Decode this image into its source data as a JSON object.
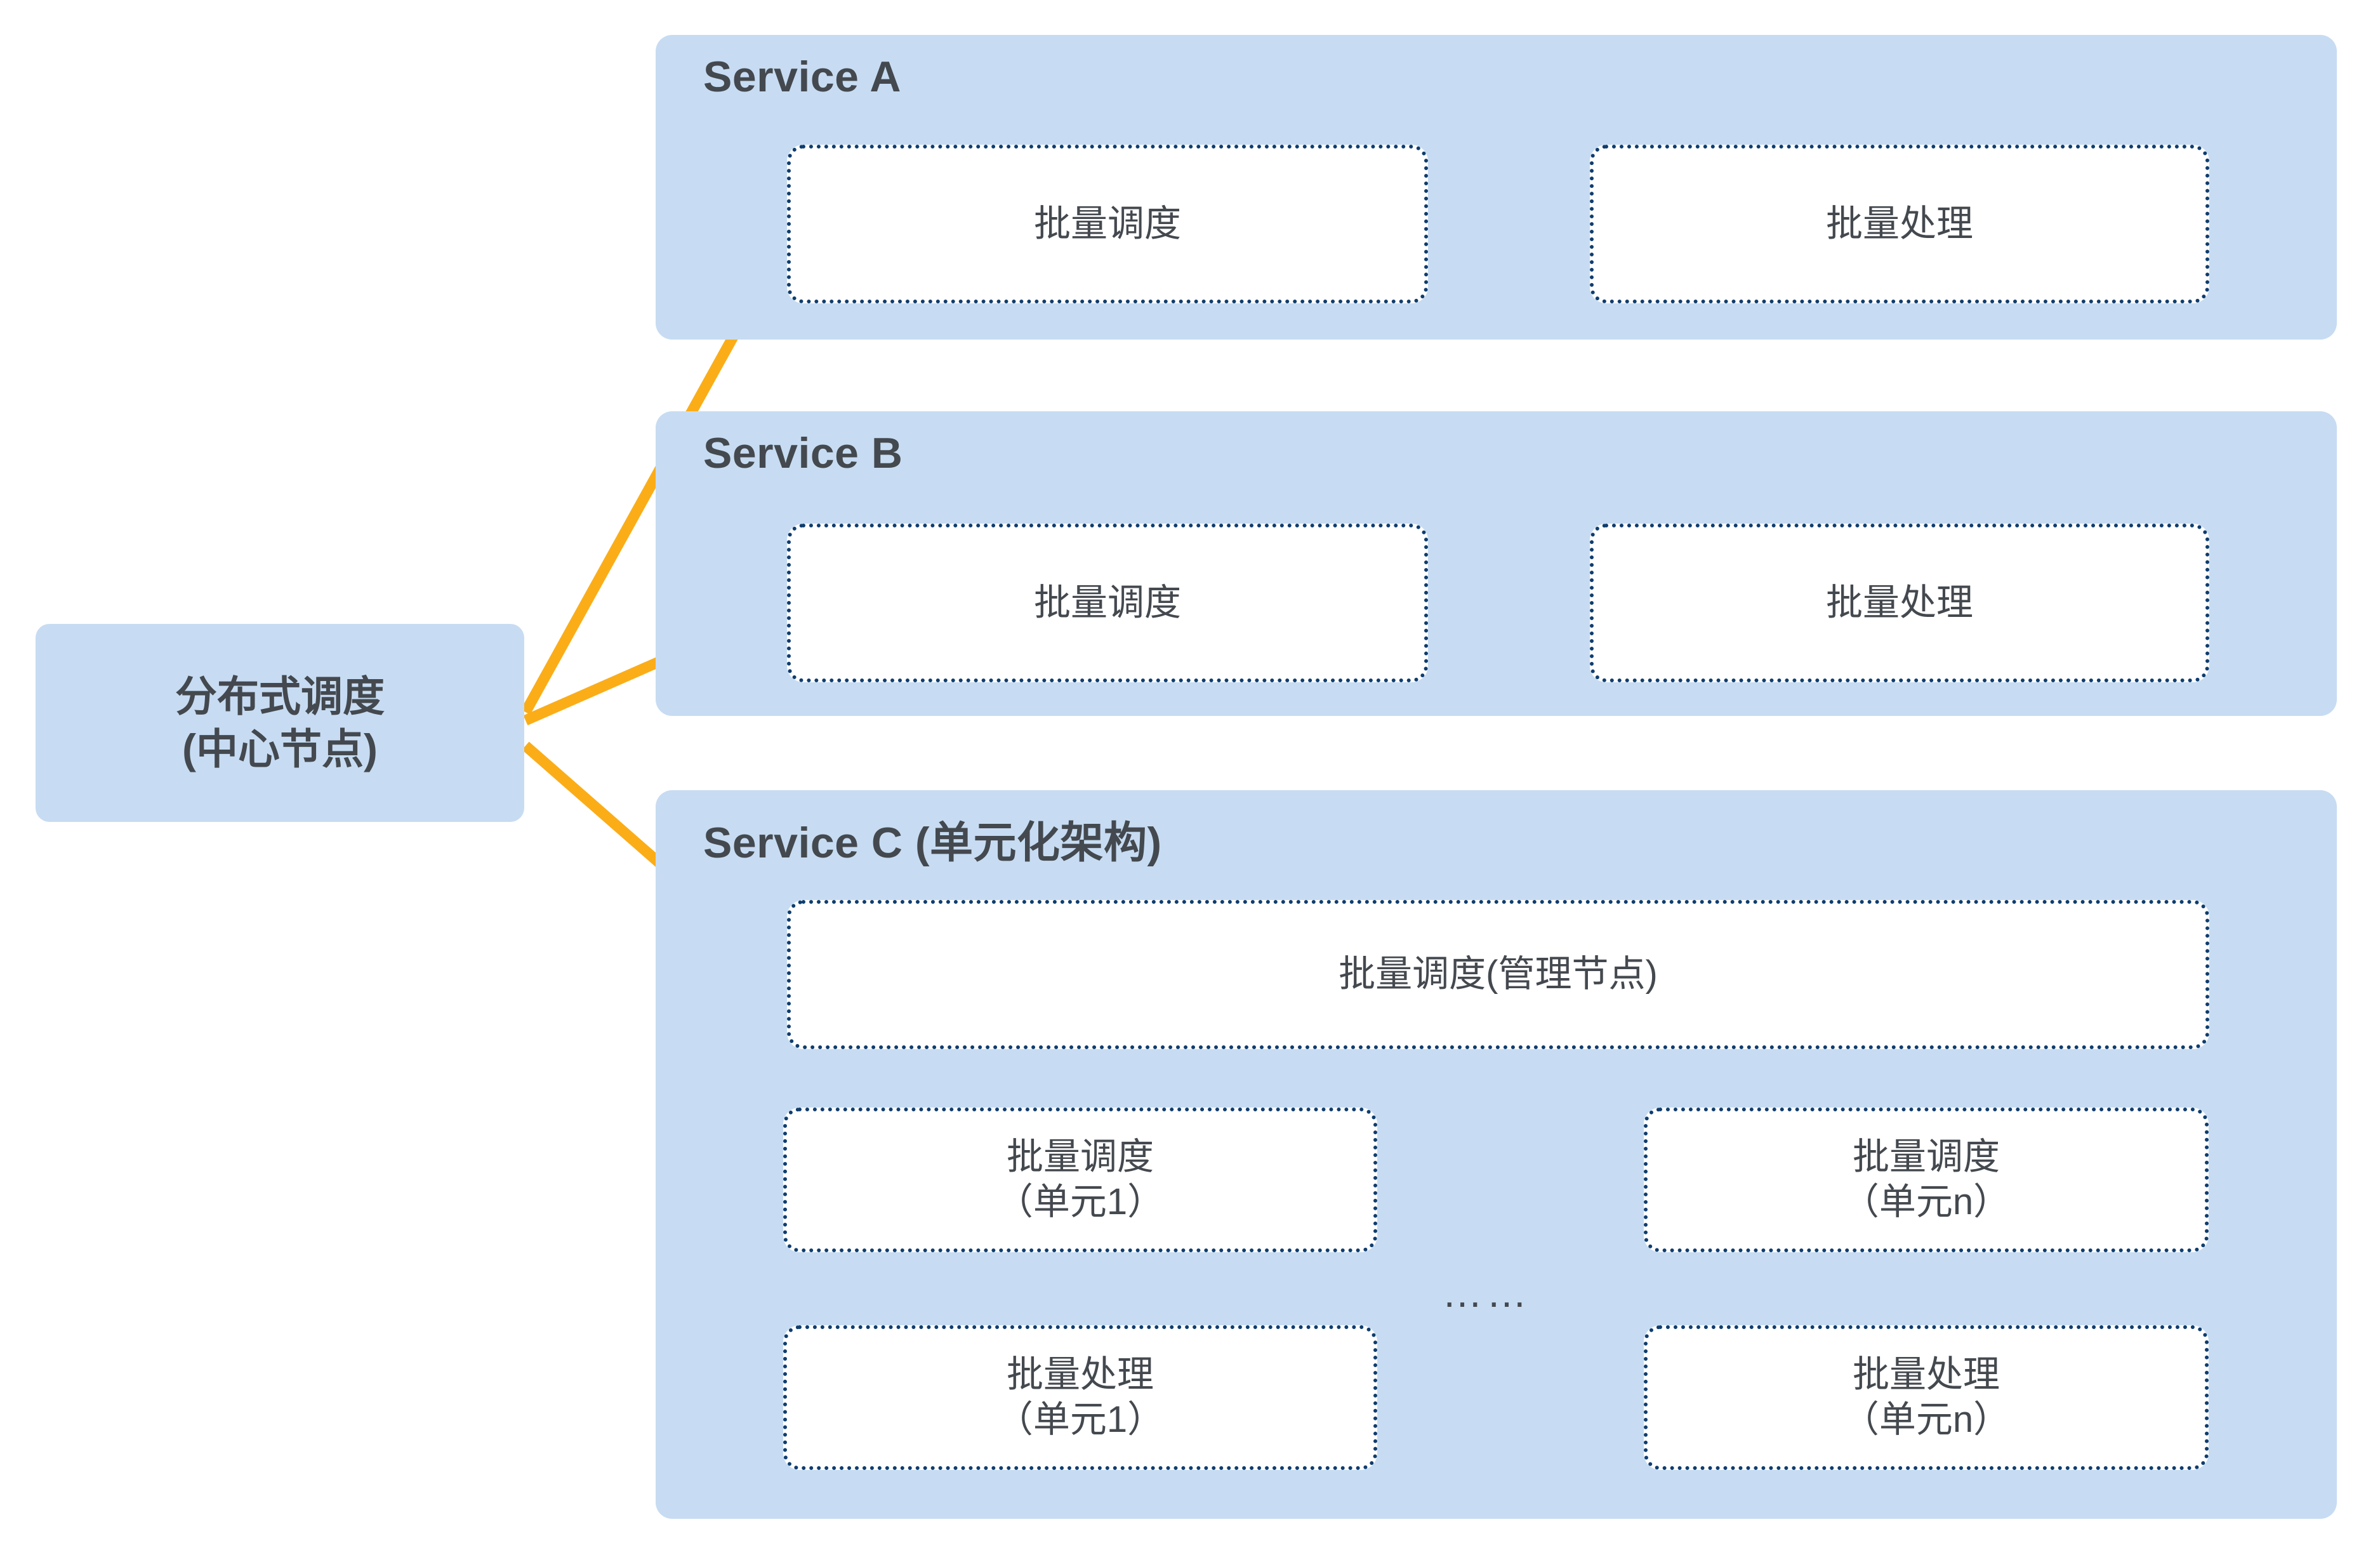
{
  "diagram": {
    "title_text": "",
    "colors": {
      "panel_fill": "#C7DCF2",
      "node_fill": "#FFFFFF",
      "node_border": "#0F3D6E",
      "arrow": "#FBAD18",
      "text": "#44494F",
      "background": "#FFFFFF"
    }
  },
  "center_node": {
    "line1": "分布式调度",
    "line2": "(中心节点)"
  },
  "services": [
    {
      "key": "service-a",
      "title": "Service A",
      "nodes": [
        {
          "key": "batch-schedule",
          "line1": "批量调度",
          "line2": ""
        },
        {
          "key": "batch-process",
          "line1": "批量处理",
          "line2": ""
        }
      ]
    },
    {
      "key": "service-b",
      "title": "Service B",
      "nodes": [
        {
          "key": "batch-schedule",
          "line1": "批量调度",
          "line2": ""
        },
        {
          "key": "batch-process",
          "line1": "批量处理",
          "line2": ""
        }
      ]
    },
    {
      "key": "service-c",
      "title": "Service C (单元化架构)",
      "nodes": [
        {
          "key": "manager",
          "line1": "批量调度(管理节点)",
          "line2": ""
        },
        {
          "key": "schedule-unit-1",
          "line1": "批量调度",
          "line2": "（单元1）"
        },
        {
          "key": "schedule-unit-n",
          "line1": "批量调度",
          "line2": "（单元n）"
        },
        {
          "key": "process-unit-1",
          "line1": "批量处理",
          "line2": "（单元1）"
        },
        {
          "key": "process-unit-n",
          "line1": "批量处理",
          "line2": "（单元n）"
        }
      ],
      "ellipsis": "……"
    }
  ]
}
